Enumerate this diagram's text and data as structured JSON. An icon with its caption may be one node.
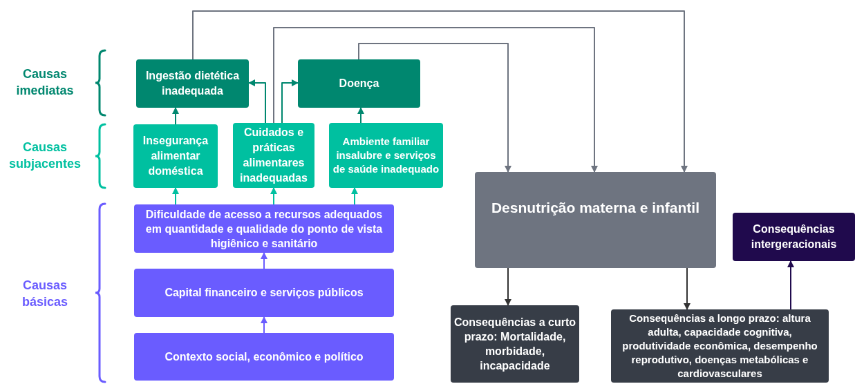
{
  "diagram": {
    "nodes": [
      {
        "text": [
          "Ingestão dietética inadequada"
        ]
      },
      {
        "text": [
          "Doença"
        ]
      },
      {
        "text": [
          "Insegurança alimentar doméstica"
        ]
      },
      {
        "text": [
          "Cuidados e práticas alimentares inadequadas"
        ]
      },
      {
        "text": [
          "Ambiente familiar insalubre e serviços de saúde inadequado"
        ]
      },
      {
        "text": [
          "Dificuldade de acesso  a recursos adequados em quantidade e qualidade do ponto de vista higiênico e sanitário"
        ]
      },
      {
        "text": [
          "Capital financeiro e serviços públicos"
        ]
      },
      {
        "text": [
          "Contexto social, econômico e político"
        ]
      },
      {
        "text": [
          "Desnutrição materna e infantil"
        ]
      },
      {
        "text": [
          "Consequências intergeracionais"
        ]
      },
      {
        "text": [
          "Consequências a curto prazo: Mortalidade, morbidade, incapacidade"
        ]
      },
      {
        "text": [
          "Consequências a longo prazo: altura adulta, capacidade cognitiva, produtividade econômica, desempenho reprodutivo, doenças metabólicas e cardiovasculares"
        ]
      }
    ],
    "edges": [
      {
        "from": 2,
        "to": 0,
        "arrow": "to",
        "color": "#00876f"
      },
      {
        "from": 3,
        "to": 0,
        "arrow": "to",
        "color": "#00876f"
      },
      {
        "from": 3,
        "to": 1,
        "arrow": "to",
        "color": "#00876f"
      },
      {
        "from": 4,
        "to": 1,
        "arrow": "to",
        "color": "#00876f"
      },
      {
        "from": 5,
        "to": 2,
        "arrow": "to",
        "color": "#00c0a0"
      },
      {
        "from": 5,
        "to": 3,
        "arrow": "to",
        "color": "#00c0a0"
      },
      {
        "from": 5,
        "to": 4,
        "arrow": "to",
        "color": "#00c0a0"
      },
      {
        "from": 6,
        "to": 5,
        "arrow": "to",
        "color": "#6a5cff"
      },
      {
        "from": 7,
        "to": 6,
        "arrow": "to",
        "color": "#6a5cff"
      },
      {
        "from": 0,
        "to": 8,
        "arrow": "to",
        "color": "#6e7480"
      },
      {
        "from": 3,
        "to": 8,
        "arrow": "to",
        "color": "#6e7480"
      },
      {
        "from": 1,
        "to": 8,
        "arrow": "to",
        "color": "#6e7480"
      },
      {
        "from": 8,
        "to": 10,
        "arrow": "to",
        "color": "#333333"
      },
      {
        "from": 8,
        "to": 11,
        "arrow": "to",
        "color": "#333333"
      },
      {
        "from": 11,
        "to": 9,
        "arrow": "to",
        "color": "#200a4d"
      }
    ],
    "labels": [
      "Causas imediatas",
      "Causas subjacentes",
      "Causas básicas"
    ]
  }
}
